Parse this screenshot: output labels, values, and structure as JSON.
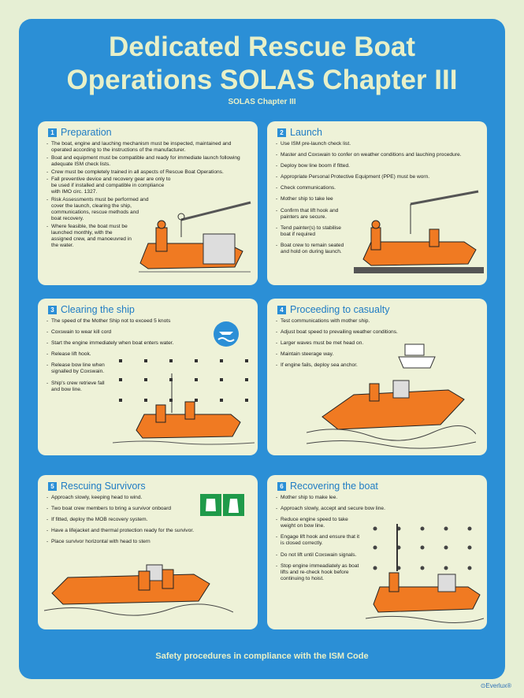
{
  "title": [
    "Dedicated Rescue Boat",
    "Operations SOLAS Chapter III"
  ],
  "subtitle": "SOLAS Chapter III",
  "panels": [
    {
      "num": "1",
      "title": "Preparation",
      "items": [
        "The boat, engine and lauching mechanism must be inspected, maintained and operated according to the instructions of the manufacturer.",
        "Boat and equipment must be compatible and ready for immediate launch following adequate ISM check lists.",
        "Crew must be completely trained in all aspects of Rescue Boat Operations.",
        "Fall preventive device and recovery gear are only to be used if installed and compatible in compliance with IMO circ. 1327.",
        "Risk Assessments must be performed and cover the launch, clearing the ship, communications, rescue methods and boat recovery.",
        "Where feasible, the boat must be launched monthly, with the assigned crew, and manoeuvred in the water."
      ]
    },
    {
      "num": "2",
      "title": "Launch",
      "items": [
        "Use ISM pre-launch check list.",
        "Master and Coxswain to confer on weather conditions and lauching procedure.",
        "Deploy bow line boom if fitted.",
        "Appropriate Personal Protective Equipment (PPE) must be worn.",
        "Check communications.",
        "Mother ship to take lee",
        "Confirm that lift hook and painters are secure.",
        "Tend painter(s) to stabilise boat if required",
        "Boat crew to remain seated and hold on during launch."
      ]
    },
    {
      "num": "3",
      "title": "Clearing the ship",
      "items": [
        "The speed of the Mother Ship not to exceed 5 knots",
        "Coxswain to wear kill cord",
        "Start the engine immediately when boat enters water.",
        "Release lift hook.",
        "Release bow line when signalled by Coxswain.",
        "Ship's crew retrieve fall and bow line."
      ]
    },
    {
      "num": "4",
      "title": "Proceeding to casualty",
      "items": [
        "Test communications with mother ship.",
        "Adjust boat speed to prevailing weather conditions.",
        "Larger waves must be met head on.",
        "Maintain steerage way.",
        "If engine fails, deploy sea anchor."
      ]
    },
    {
      "num": "5",
      "title": "Rescuing Survivors",
      "items": [
        "Approach slowly, keeping head to wind.",
        "Two boat crew members to bring a survivor onboard",
        "If fitted, deploy the MOB recovery system.",
        "Have a lifejacket and thermal protection ready for the survivor.",
        "Place survivor horizontal with head to stern"
      ]
    },
    {
      "num": "6",
      "title": "Recovering the boat",
      "items": [
        "Mother ship to make lee.",
        "Approach slowly, accept and secure bow line.",
        "Reduce engine speed to take weight on bow line.",
        "Engage lift hook and ensure that it is closed correctly.",
        "Do not lift until Coxswain signals.",
        "Stop engine immeadiately as boat lifts and re-check hook before continuing to hoist."
      ]
    }
  ],
  "footer": "Safety procedures in compliance with the ISM Code",
  "brand": "⊙Everlux®",
  "colors": {
    "frame": "#2b8fd6",
    "panel": "#eef2d8",
    "title": "#e8f0c8",
    "boat": "#f07a22",
    "background": "#e6efd4"
  }
}
